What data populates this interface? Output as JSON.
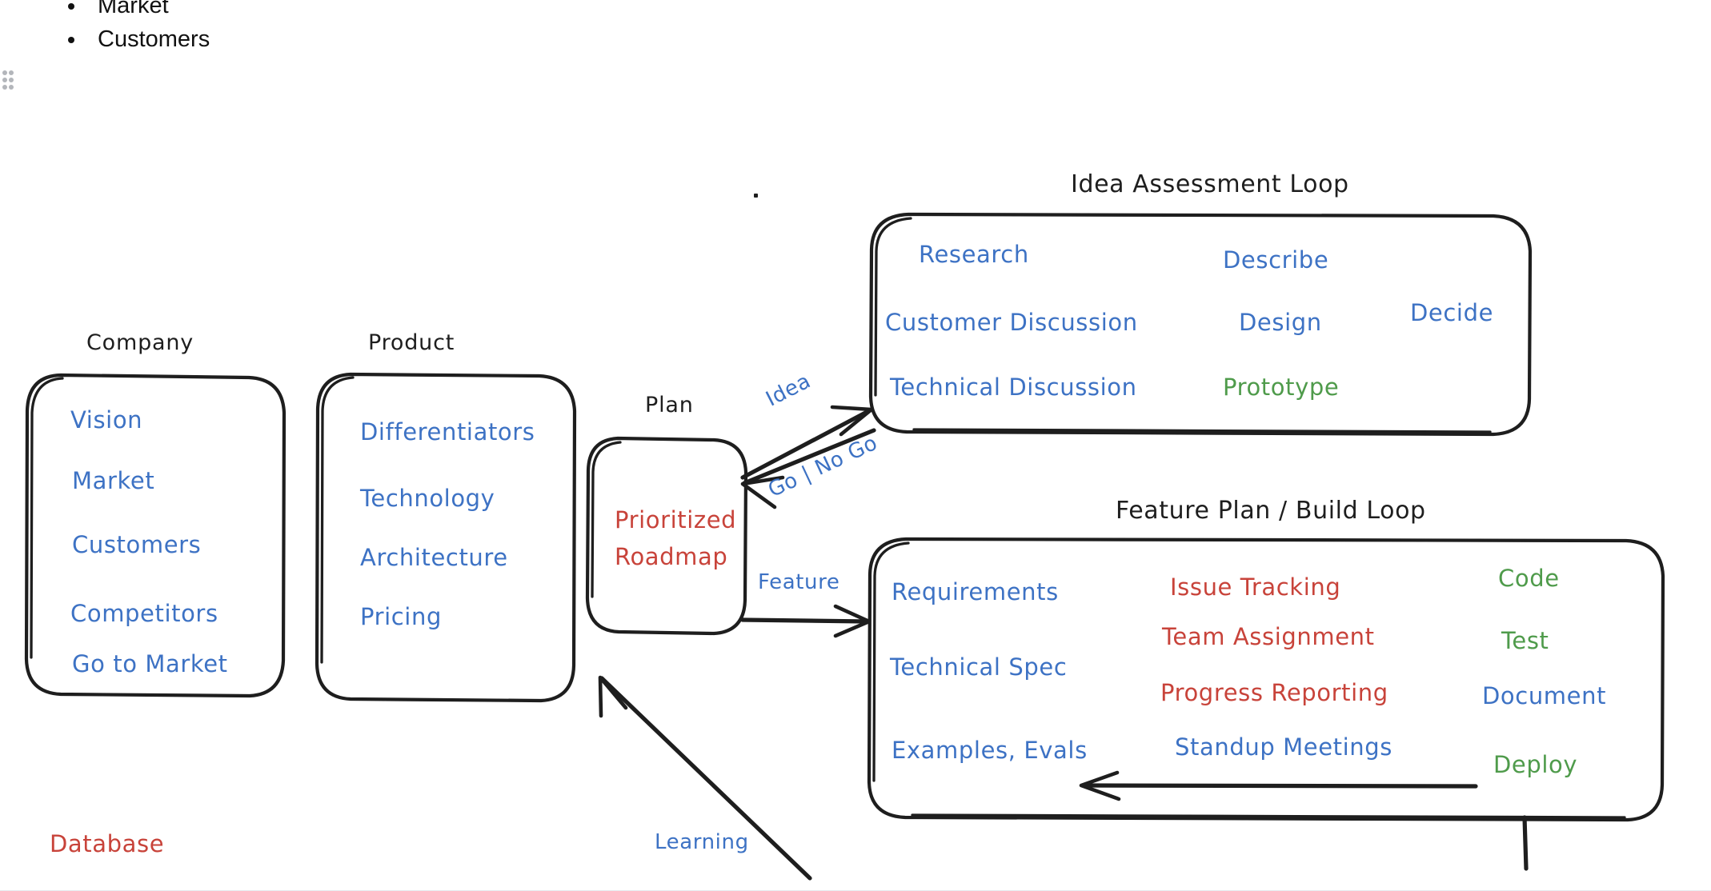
{
  "document": {
    "bullet_list": [
      "Market",
      "Customers"
    ]
  },
  "icons": {
    "drag_handle": "drag-handle-dots-icon"
  },
  "colors": {
    "ink": "#1e1e1e",
    "blue": "#3d72c4",
    "red": "#c8433a",
    "green": "#4f9b4b",
    "page_edge": "#e6eaee",
    "handle_dots": "#b3b6bb"
  },
  "diagram": {
    "boxes": [
      {
        "id": "company",
        "title": "Company",
        "items": [
          {
            "label": "Vision",
            "color": "blue"
          },
          {
            "label": "Market",
            "color": "blue"
          },
          {
            "label": "Customers",
            "color": "blue"
          },
          {
            "label": "Competitors",
            "color": "blue"
          },
          {
            "label": "Go to Market",
            "color": "blue"
          }
        ]
      },
      {
        "id": "product",
        "title": "Product",
        "items": [
          {
            "label": "Differentiators",
            "color": "blue"
          },
          {
            "label": "Technology",
            "color": "blue"
          },
          {
            "label": "Architecture",
            "color": "blue"
          },
          {
            "label": "Pricing",
            "color": "blue"
          }
        ]
      },
      {
        "id": "plan",
        "title": "Plan",
        "items": [
          {
            "label": "Prioritized",
            "color": "red"
          },
          {
            "label": "Roadmap",
            "color": "red"
          }
        ]
      },
      {
        "id": "idea-assessment-loop",
        "title": "Idea Assessment Loop",
        "items": [
          {
            "label": "Research",
            "color": "blue"
          },
          {
            "label": "Customer Discussion",
            "color": "blue"
          },
          {
            "label": "Technical Discussion",
            "color": "blue"
          },
          {
            "label": "Describe",
            "color": "blue"
          },
          {
            "label": "Design",
            "color": "blue"
          },
          {
            "label": "Prototype",
            "color": "green"
          },
          {
            "label": "Decide",
            "color": "blue"
          }
        ]
      },
      {
        "id": "feature-plan-build-loop",
        "title": "Feature Plan / Build Loop",
        "items": [
          {
            "label": "Requirements",
            "color": "blue"
          },
          {
            "label": "Technical Spec",
            "color": "blue"
          },
          {
            "label": "Examples, Evals",
            "color": "blue"
          },
          {
            "label": "Issue Tracking",
            "color": "red"
          },
          {
            "label": "Team Assignment",
            "color": "red"
          },
          {
            "label": "Progress Reporting",
            "color": "red"
          },
          {
            "label": "Standup Meetings",
            "color": "blue"
          },
          {
            "label": "Code",
            "color": "green"
          },
          {
            "label": "Test",
            "color": "green"
          },
          {
            "label": "Document",
            "color": "blue"
          },
          {
            "label": "Deploy",
            "color": "green"
          }
        ]
      }
    ],
    "arrow_labels": [
      {
        "id": "idea",
        "label": "Idea",
        "color": "blue"
      },
      {
        "id": "go-no-go",
        "label": "Go | No Go",
        "color": "blue"
      },
      {
        "id": "feature",
        "label": "Feature",
        "color": "blue"
      },
      {
        "id": "learning",
        "label": "Learning",
        "color": "blue"
      }
    ],
    "loose_labels": [
      {
        "id": "database",
        "label": "Database",
        "color": "red"
      }
    ]
  }
}
